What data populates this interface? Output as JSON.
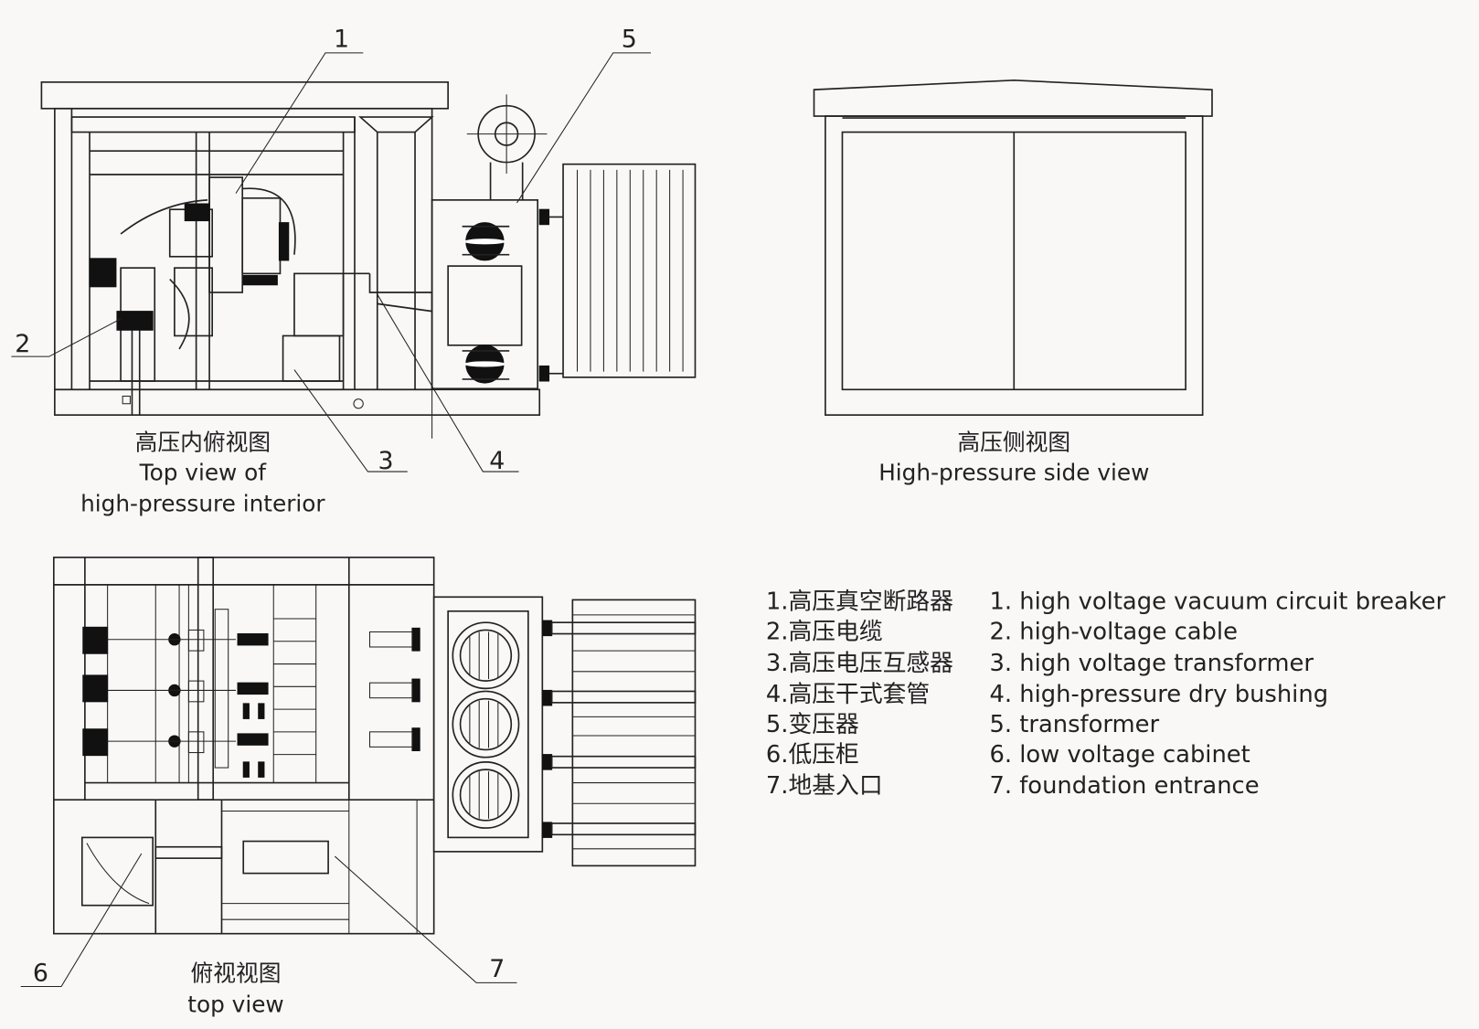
{
  "callouts": [
    "1",
    "2",
    "3",
    "4",
    "5",
    "6",
    "7"
  ],
  "views": {
    "interior": {
      "zh": "高压内俯视图",
      "en1": "Top view of",
      "en2": "high-pressure interior"
    },
    "side": {
      "zh": "高压侧视图",
      "en": "High-pressure side view"
    },
    "top": {
      "zh": "俯视视图",
      "en": "top view"
    }
  },
  "legend": [
    {
      "zh": "1.高压真空断路器",
      "en": "1. high voltage vacuum circuit breaker"
    },
    {
      "zh": "2.高压电缆",
      "en": "2. high-voltage cable"
    },
    {
      "zh": "3.高压电压互感器",
      "en": "3. high voltage transformer"
    },
    {
      "zh": "4.高压干式套管",
      "en": "4. high-pressure dry bushing"
    },
    {
      "zh": "5.变压器",
      "en": "5. transformer"
    },
    {
      "zh": "6.低压柜",
      "en": "6. low voltage cabinet"
    },
    {
      "zh": "7.地基入口",
      "en": "7. foundation entrance"
    }
  ]
}
